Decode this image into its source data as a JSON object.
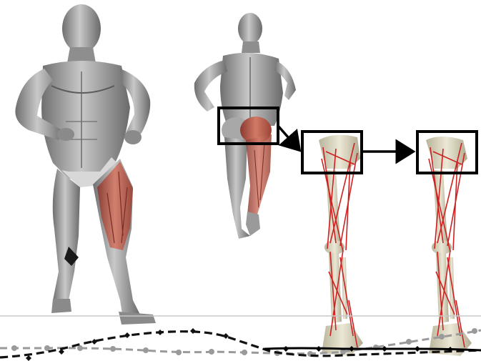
{
  "figure": {
    "subjects": [
      {
        "id": "runner-front",
        "view": "front",
        "highlighted_region": "thigh-muscles"
      },
      {
        "id": "runner-back",
        "view": "back",
        "highlighted_region": "gluteal-muscles"
      }
    ],
    "leg_models": [
      {
        "id": "leg-model-1",
        "style": "skeleton-with-muscle-lines"
      },
      {
        "id": "leg-model-2",
        "style": "skeleton-with-muscle-lines"
      }
    ],
    "highlight_boxes": [
      "hip-box-runner",
      "hip-box-model-1",
      "hip-box-model-2"
    ],
    "arrows": [
      {
        "from": "hip-box-runner",
        "to": "hip-box-model-1"
      },
      {
        "from": "hip-box-model-1",
        "to": "hip-box-model-2"
      }
    ],
    "curves": [
      {
        "id": "curve-black-dashed",
        "style": "dashed",
        "color": "#111111"
      },
      {
        "id": "curve-gray-dotted",
        "style": "dotted",
        "color": "#9a9a9a"
      },
      {
        "id": "curve-black-solid",
        "style": "solid",
        "color": "#000000"
      }
    ],
    "colors": {
      "skin": "#9a9a9a",
      "muscle": "#b85a4a",
      "bone": "#d8d4c0",
      "muscle_line": "#cc2222",
      "box": "#000000"
    }
  }
}
